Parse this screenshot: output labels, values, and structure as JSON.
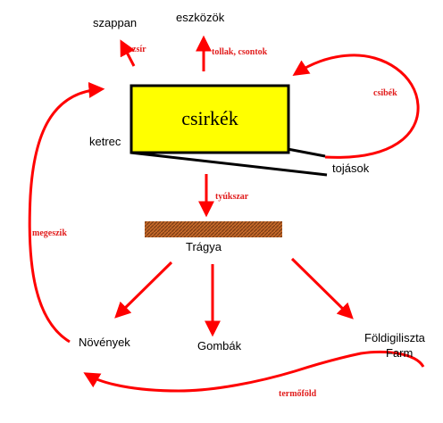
{
  "colors": {
    "arrow": "#ff0000",
    "edge_label": "#e11c1c",
    "box_fill": "#ffff00",
    "box_stroke": "#000000",
    "manure_fill": "#a0522d"
  },
  "nodes": {
    "soap": "szappan",
    "tools": "eszközök",
    "chickens": "csirkék",
    "cage": "ketrec",
    "eggs": "tojások",
    "manure": "Trágya",
    "plants": "Növények",
    "mushrooms": "Gombák",
    "worm_farm_line1": "Földigiliszta",
    "worm_farm_line2": "Farm"
  },
  "edge_labels": {
    "fat": "zsír",
    "feathers_bones": "tollak, csontok",
    "chicks": "csibék",
    "chicken_manure": "tyúkszar",
    "eats": "megeszik",
    "topsoil": "termőföld"
  }
}
